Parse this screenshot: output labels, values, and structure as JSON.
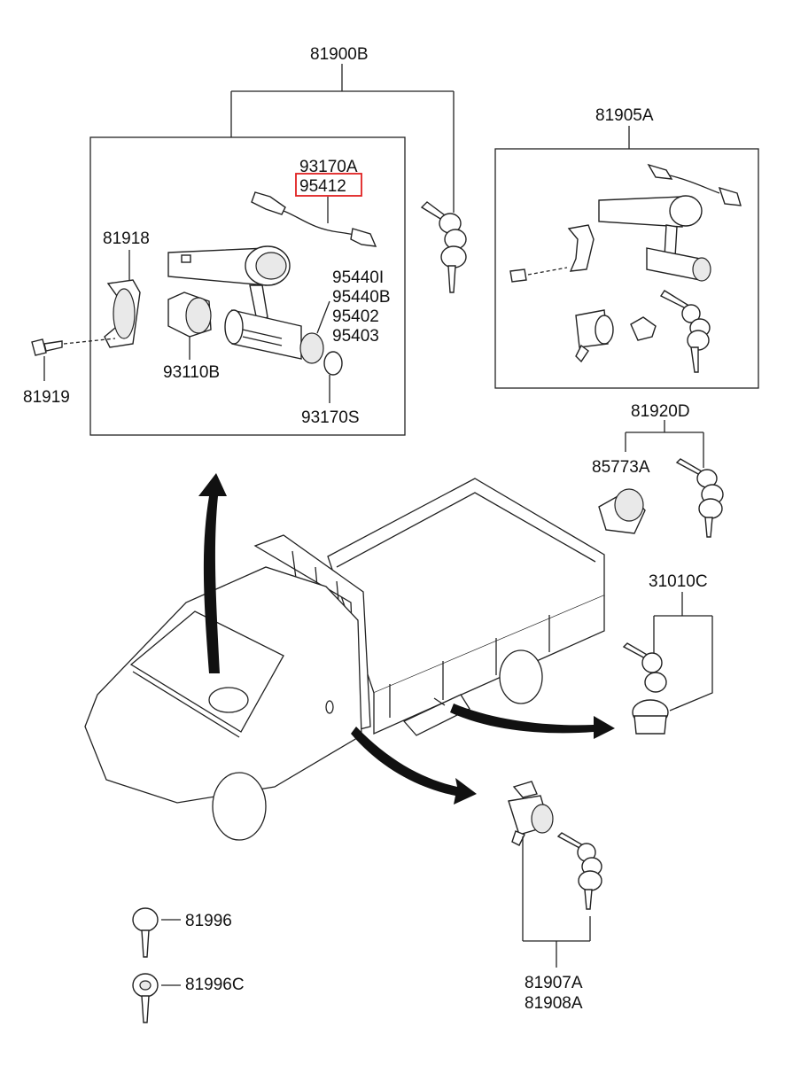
{
  "labels": {
    "l81900B": "81900B",
    "l81905A": "81905A",
    "l93170A": "93170A",
    "l95412": "95412",
    "l81918": "81918",
    "l95440I": "95440I",
    "l95440B": "95440B",
    "l95402": "95402",
    "l95403": "95403",
    "l93110B": "93110B",
    "l81919": "81919",
    "l93170S": "93170S",
    "l81920D": "81920D",
    "l85773A": "85773A",
    "l31010C": "31010C",
    "l81996": "81996",
    "l81996C": "81996C",
    "l81907A": "81907A",
    "l81908A": "81908A"
  },
  "highlight": {
    "part": "95412",
    "color": "#e02020"
  }
}
